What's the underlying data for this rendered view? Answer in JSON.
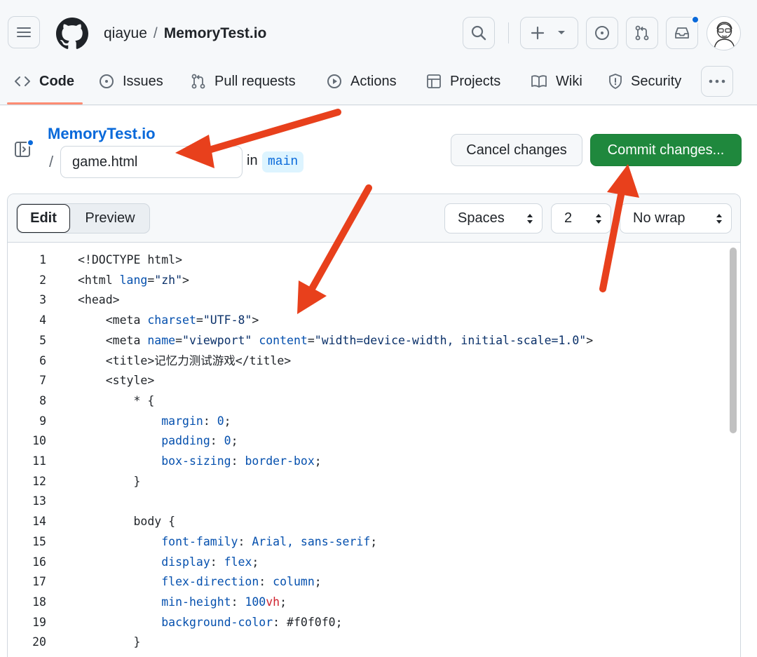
{
  "header": {
    "owner": "qiayue",
    "separator": "/",
    "repo": "MemoryTest.io",
    "icons": [
      "menu-icon",
      "github-logo-icon",
      "search-icon",
      "plus-icon",
      "chevron-down-icon",
      "issue-icon",
      "pull-request-icon",
      "inbox-icon",
      "avatar"
    ]
  },
  "tabs": [
    {
      "label": "Code",
      "icon": "code-icon",
      "active": true
    },
    {
      "label": "Issues",
      "icon": "issue-icon"
    },
    {
      "label": "Pull requests",
      "icon": "pull-request-icon"
    },
    {
      "label": "Actions",
      "icon": "play-icon"
    },
    {
      "label": "Projects",
      "icon": "table-icon"
    },
    {
      "label": "Wiki",
      "icon": "book-icon"
    },
    {
      "label": "Security",
      "icon": "shield-icon"
    }
  ],
  "editor_header": {
    "repo_link": "MemoryTest.io",
    "path_sep": "/",
    "filename": "game.html",
    "in_label": "in",
    "branch": "main",
    "cancel_label": "Cancel changes",
    "commit_label": "Commit changes..."
  },
  "toolbar": {
    "edit_label": "Edit",
    "preview_label": "Preview",
    "indent_mode": "Spaces",
    "indent_size": "2",
    "wrap_mode": "No wrap"
  },
  "code": [
    {
      "n": "1",
      "text": "<!DOCTYPE html>"
    },
    {
      "n": "2",
      "text": "<html lang=\"zh\">"
    },
    {
      "n": "3",
      "text": "<head>"
    },
    {
      "n": "4",
      "text": "    <meta charset=\"UTF-8\">"
    },
    {
      "n": "5",
      "text": "    <meta name=\"viewport\" content=\"width=device-width, initial-scale=1.0\">"
    },
    {
      "n": "6",
      "text": "    <title>记忆力测试游戏</title>"
    },
    {
      "n": "7",
      "text": "    <style>"
    },
    {
      "n": "8",
      "text": "        * {"
    },
    {
      "n": "9",
      "text": "            margin: 0;"
    },
    {
      "n": "10",
      "text": "            padding: 0;"
    },
    {
      "n": "11",
      "text": "            box-sizing: border-box;"
    },
    {
      "n": "12",
      "text": "        }"
    },
    {
      "n": "13",
      "text": ""
    },
    {
      "n": "14",
      "text": "        body {"
    },
    {
      "n": "15",
      "text": "            font-family: Arial, sans-serif;"
    },
    {
      "n": "16",
      "text": "            display: flex;"
    },
    {
      "n": "17",
      "text": "            flex-direction: column;"
    },
    {
      "n": "18",
      "text": "            min-height: 100vh;"
    },
    {
      "n": "19",
      "text": "            background-color: #f0f0f0;"
    },
    {
      "n": "20",
      "text": "        }"
    }
  ],
  "colors": {
    "accent_blue": "#0969da",
    "commit_green": "#1f883d",
    "annotation_arrow": "#e8401c",
    "tab_underline": "#fd8c73"
  }
}
